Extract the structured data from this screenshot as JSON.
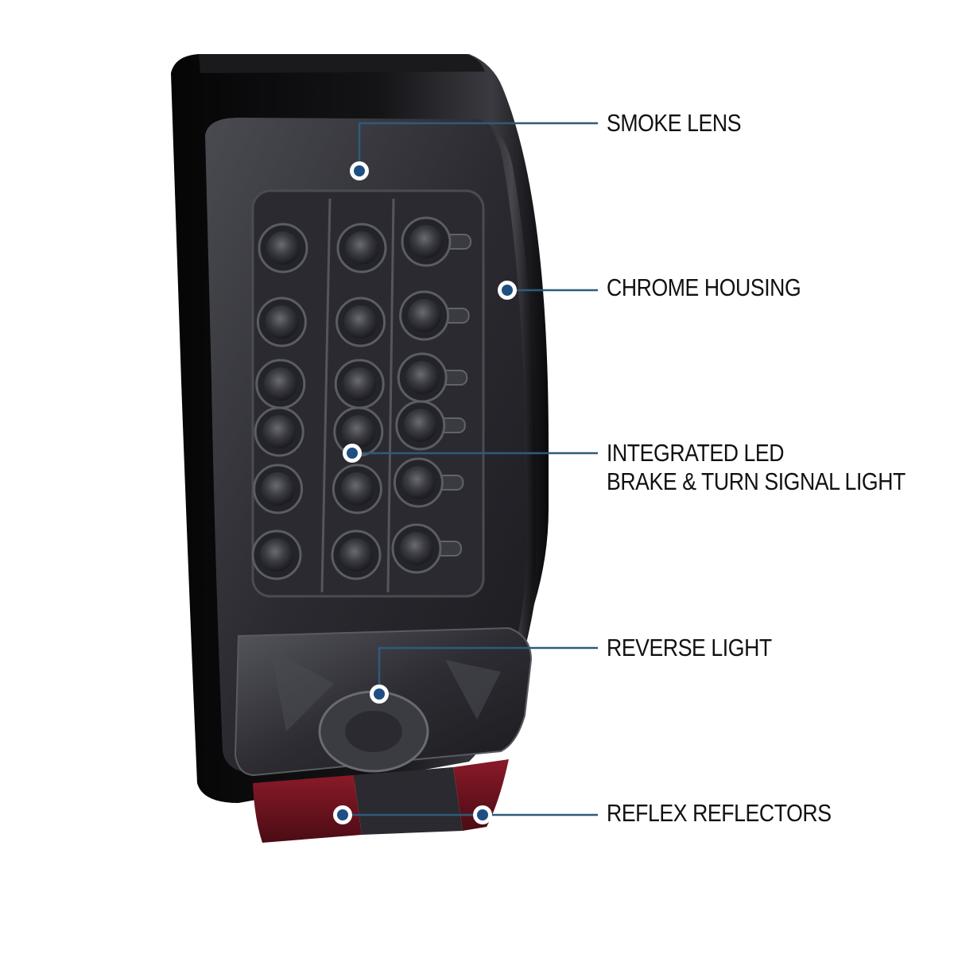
{
  "product": {
    "name": "LED tail light with smoke lens",
    "icon": "tail-light-illustration"
  },
  "callouts": [
    {
      "id": "smoke-lens",
      "lines": [
        "SMOKE LENS"
      ]
    },
    {
      "id": "chrome-housing",
      "lines": [
        "CHROME HOUSING"
      ]
    },
    {
      "id": "integrated-led",
      "lines": [
        "INTEGRATED LED",
        "BRAKE & TURN SIGNAL LIGHT"
      ]
    },
    {
      "id": "reverse-light",
      "lines": [
        "REVERSE LIGHT"
      ]
    },
    {
      "id": "reflex-reflectors",
      "lines": [
        "REFLEX REFLECTORS"
      ]
    }
  ],
  "colors": {
    "background": "#ffffff",
    "leader_line": "#2f5b7c",
    "marker_dot": "#1f4f82",
    "marker_ring": "#ffffff",
    "label_text": "#111111",
    "housing": "#0c0c0e",
    "lens_smoke": "#3a3a40",
    "reflector_red": "#7a1420"
  }
}
